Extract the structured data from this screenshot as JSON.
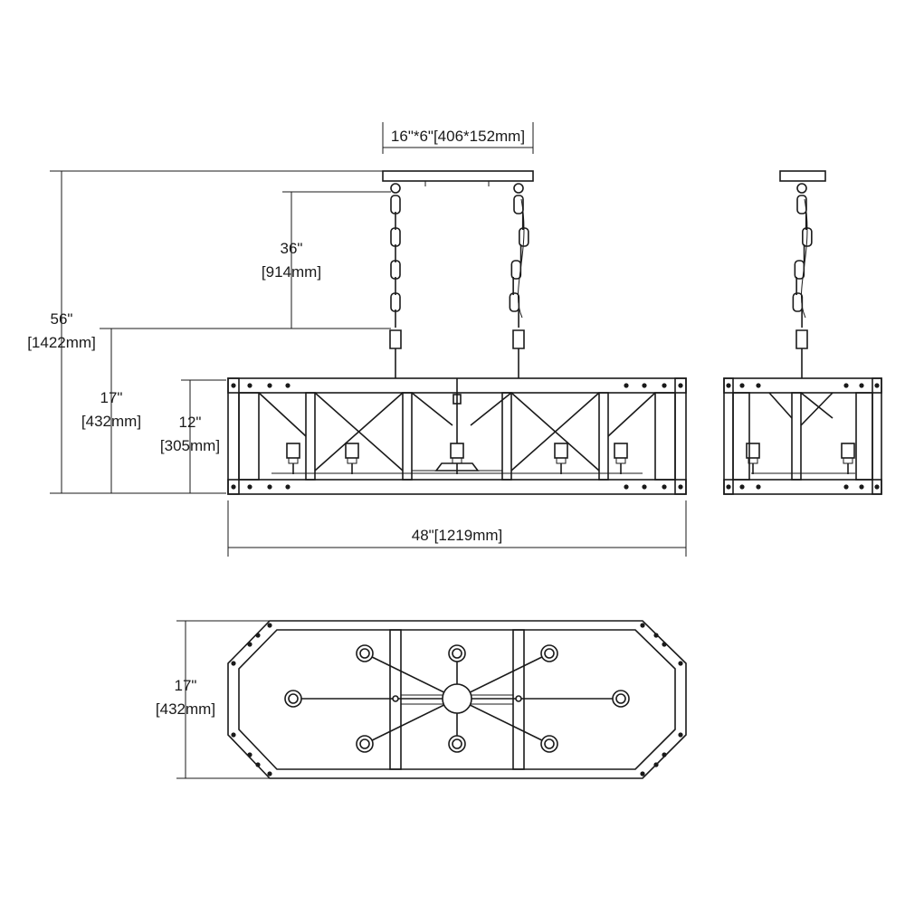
{
  "dimensions": {
    "canopy": "16\"*6\"[406*152mm]",
    "chain_in": "36\"",
    "chain_mm": "[914mm]",
    "overall_in": "56\"",
    "overall_mm": "[1422mm]",
    "fixture_in": "17\"",
    "fixture_mm": "[432mm]",
    "frame_in": "12\"",
    "frame_mm": "[305mm]",
    "width": "48\"[1219mm]",
    "depth_in": "17\"",
    "depth_mm": "[432mm]"
  }
}
